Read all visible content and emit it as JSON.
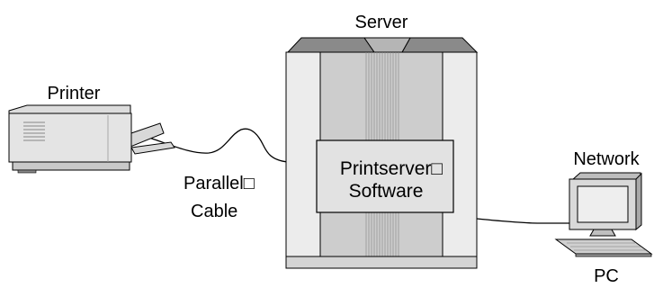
{
  "labels": {
    "server": "Server",
    "printer": "Printer",
    "parallel_cable_line1": "Parallel□",
    "parallel_cable_line2": "Cable",
    "printserver_line1": "Printserver□",
    "printserver_line2": "Software",
    "network": "Network",
    "pc": "PC"
  },
  "colors": {
    "tower_light": "#e6e6e6",
    "tower_mid": "#c8c8c8",
    "tower_dark": "#8a8a8a",
    "box_fill": "#e2e2e2",
    "outline": "#000000"
  }
}
